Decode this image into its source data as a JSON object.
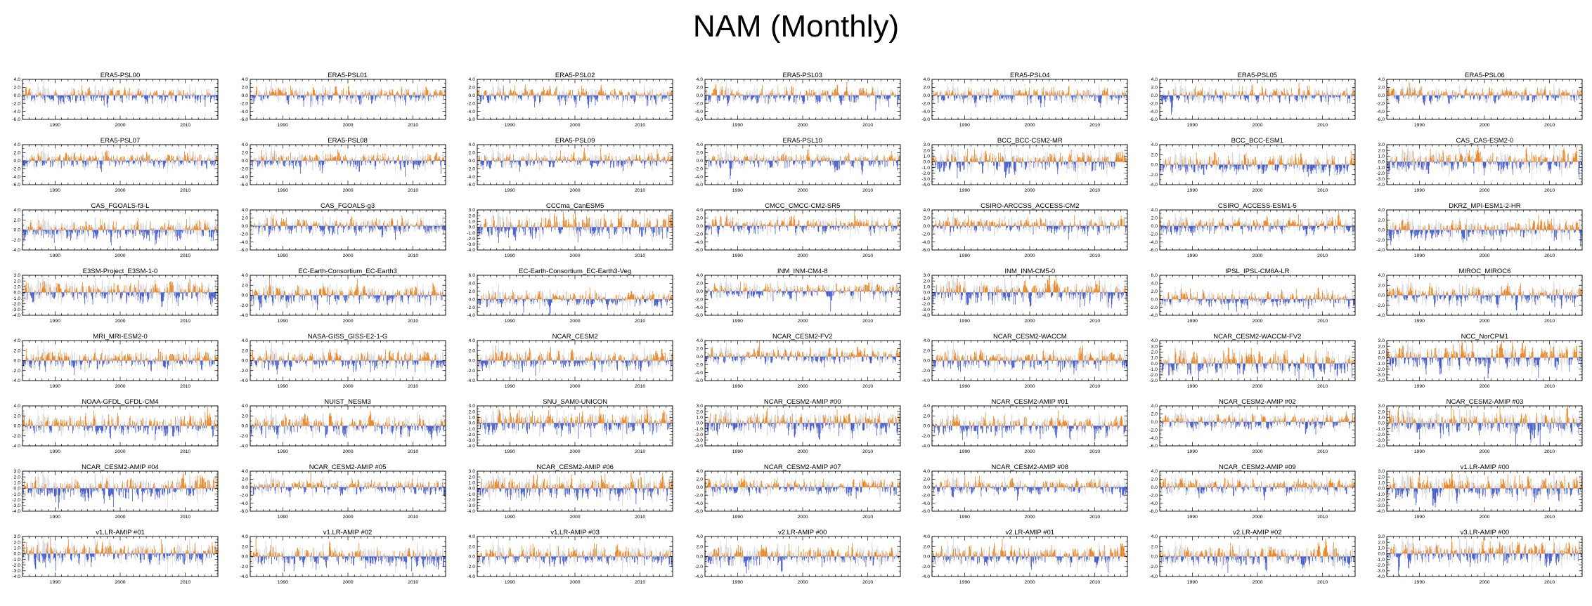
{
  "title": "NAM (Monthly)",
  "chart_data": {
    "type": "bar",
    "subtype": "monthly-anomaly-timeseries-grid",
    "x_range": [
      1985,
      2015
    ],
    "xticks": [
      1990,
      2000,
      2010
    ],
    "x_minor_tick_interval_years": 1,
    "months_per_year": 12,
    "grid": {
      "rows": 8,
      "cols": 7
    },
    "legend_position": "none",
    "gridlines": "off",
    "zero_line": "dashed",
    "colors": {
      "positive_bar": "#E8821E",
      "negative_bar": "#3C55C8",
      "reference_bar": "#D9D9D9",
      "axis": "#000000",
      "zero_line": "#999999",
      "background": "#FFFFFF"
    },
    "reference_seed": 999,
    "noise_model": {
      "type": "AR1",
      "phi": 0.5,
      "sigma": 1.0
    },
    "panels": [
      {
        "title": "ERA5-PSL00",
        "yticks": [
          4.0,
          2.0,
          0.0,
          -2.0,
          -4.0,
          -6.0
        ],
        "seed": 101
      },
      {
        "title": "ERA5-PSL01",
        "yticks": [
          4.0,
          2.0,
          0.0,
          -2.0,
          -4.0,
          -6.0
        ],
        "seed": 102
      },
      {
        "title": "ERA5-PSL02",
        "yticks": [
          4.0,
          2.0,
          0.0,
          -2.0,
          -4.0,
          -6.0
        ],
        "seed": 103
      },
      {
        "title": "ERA5-PSL03",
        "yticks": [
          4.0,
          2.0,
          0.0,
          -2.0,
          -4.0,
          -6.0
        ],
        "seed": 104
      },
      {
        "title": "ERA5-PSL04",
        "yticks": [
          4.0,
          2.0,
          0.0,
          -2.0,
          -4.0,
          -6.0
        ],
        "seed": 105
      },
      {
        "title": "ERA5-PSL05",
        "yticks": [
          4.0,
          2.0,
          0.0,
          -2.0,
          -4.0,
          -6.0
        ],
        "seed": 106
      },
      {
        "title": "ERA5-PSL06",
        "yticks": [
          4.0,
          2.0,
          0.0,
          -2.0,
          -4.0,
          -6.0
        ],
        "seed": 107
      },
      {
        "title": "ERA5-PSL07",
        "yticks": [
          4.0,
          2.0,
          0.0,
          -2.0,
          -4.0,
          -6.0
        ],
        "seed": 108
      },
      {
        "title": "ERA5-PSL08",
        "yticks": [
          4.0,
          2.0,
          0.0,
          -2.0,
          -4.0,
          -6.0
        ],
        "seed": 109
      },
      {
        "title": "ERA5-PSL09",
        "yticks": [
          4.0,
          2.0,
          0.0,
          -2.0,
          -4.0,
          -6.0
        ],
        "seed": 110
      },
      {
        "title": "ERA5-PSL10",
        "yticks": [
          4.0,
          2.0,
          0.0,
          -2.0,
          -4.0,
          -6.0
        ],
        "seed": 111
      },
      {
        "title": "BCC_BCC-CSM2-MR",
        "yticks": [
          3.0,
          2.0,
          1.0,
          0.0,
          -1.0,
          -2.0,
          -3.0,
          -4.0
        ],
        "seed": 112
      },
      {
        "title": "BCC_BCC-ESM1",
        "yticks": [
          4.0,
          2.0,
          0.0,
          -2.0,
          -4.0
        ],
        "seed": 113
      },
      {
        "title": "CAS_CAS-ESM2-0",
        "yticks": [
          3.0,
          2.0,
          1.0,
          0.0,
          -1.0,
          -2.0,
          -3.0,
          -4.0
        ],
        "seed": 114
      },
      {
        "title": "CAS_FGOALS-f3-L",
        "yticks": [
          4.0,
          2.0,
          0.0,
          -2.0,
          -4.0
        ],
        "seed": 115
      },
      {
        "title": "CAS_FGOALS-g3",
        "yticks": [
          4.0,
          2.0,
          0.0,
          -2.0,
          -4.0,
          -6.0
        ],
        "seed": 116
      },
      {
        "title": "CCCma_CanESM5",
        "yticks": [
          3.0,
          2.0,
          1.0,
          0.0,
          -1.0,
          -2.0,
          -3.0,
          -4.0
        ],
        "seed": 117
      },
      {
        "title": "CMCC_CMCC-CM2-SR5",
        "yticks": [
          4.0,
          2.0,
          0.0,
          -2.0,
          -4.0,
          -6.0
        ],
        "seed": 118
      },
      {
        "title": "CSIRO-ARCCSS_ACCESS-CM2",
        "yticks": [
          4.0,
          2.0,
          0.0,
          -2.0,
          -4.0,
          -6.0
        ],
        "seed": 119
      },
      {
        "title": "CSIRO_ACCESS-ESM1-5",
        "yticks": [
          4.0,
          2.0,
          0.0,
          -2.0,
          -4.0,
          -6.0
        ],
        "seed": 120
      },
      {
        "title": "DKRZ_MPI-ESM1-2-HR",
        "yticks": [
          4.0,
          2.0,
          0.0,
          -2.0,
          -4.0
        ],
        "seed": 121
      },
      {
        "title": "E3SM-Project_E3SM-1-0",
        "yticks": [
          3.0,
          2.0,
          1.0,
          0.0,
          -1.0,
          -2.0,
          -3.0,
          -4.0
        ],
        "seed": 122
      },
      {
        "title": "EC-Earth-Consortium_EC-Earth3",
        "yticks": [
          4.0,
          2.0,
          0.0,
          -2.0,
          -4.0
        ],
        "seed": 123
      },
      {
        "title": "EC-Earth-Consortium_EC-Earth3-Veg",
        "yticks": [
          6.0,
          4.0,
          2.0,
          0.0,
          -2.0,
          -4.0
        ],
        "seed": 124
      },
      {
        "title": "INM_INM-CM4-8",
        "yticks": [
          4.0,
          2.0,
          0.0,
          -2.0,
          -4.0,
          -6.0
        ],
        "seed": 125
      },
      {
        "title": "INM_INM-CM5-0",
        "yticks": [
          3.0,
          2.0,
          1.0,
          0.0,
          -1.0,
          -2.0,
          -3.0,
          -4.0
        ],
        "seed": 126
      },
      {
        "title": "IPSL_IPSL-CM6A-LR",
        "yticks": [
          6.0,
          4.0,
          2.0,
          0.0,
          -2.0,
          -4.0
        ],
        "seed": 127
      },
      {
        "title": "MIROC_MIROC6",
        "yticks": [
          4.0,
          2.0,
          0.0,
          -2.0,
          -4.0
        ],
        "seed": 128
      },
      {
        "title": "MRI_MRI-ESM2-0",
        "yticks": [
          4.0,
          2.0,
          0.0,
          -2.0,
          -4.0
        ],
        "seed": 129
      },
      {
        "title": "NASA-GISS_GISS-E2-1-G",
        "yticks": [
          4.0,
          2.0,
          0.0,
          -2.0,
          -4.0
        ],
        "seed": 130
      },
      {
        "title": "NCAR_CESM2",
        "yticks": [
          4.0,
          2.0,
          0.0,
          -2.0,
          -4.0
        ],
        "seed": 131
      },
      {
        "title": "NCAR_CESM2-FV2",
        "yticks": [
          4.0,
          2.0,
          0.0,
          -2.0,
          -4.0,
          -6.0
        ],
        "seed": 132
      },
      {
        "title": "NCAR_CESM2-WACCM",
        "yticks": [
          4.0,
          2.0,
          0.0,
          -2.0,
          -4.0
        ],
        "seed": 133
      },
      {
        "title": "NCAR_CESM2-WACCM-FV2",
        "yticks": [
          4.0,
          3.0,
          2.0,
          1.0,
          0.0,
          -1.0,
          -2.0,
          -3.0
        ],
        "seed": 134
      },
      {
        "title": "NCC_NorCPM1",
        "yticks": [
          3.0,
          2.0,
          1.0,
          0.0,
          -1.0,
          -2.0,
          -3.0,
          -4.0
        ],
        "seed": 135
      },
      {
        "title": "NOAA-GFDL_GFDL-CM4",
        "yticks": [
          4.0,
          2.0,
          0.0,
          -2.0,
          -4.0
        ],
        "seed": 136
      },
      {
        "title": "NUIST_NESM3",
        "yticks": [
          4.0,
          2.0,
          0.0,
          -2.0,
          -4.0
        ],
        "seed": 137
      },
      {
        "title": "SNU_SAM0-UNICON",
        "yticks": [
          3.0,
          2.0,
          1.0,
          0.0,
          -1.0,
          -2.0,
          -3.0,
          -4.0
        ],
        "seed": 138
      },
      {
        "title": "NCAR_CESM2-AMIP #00",
        "yticks": [
          3.0,
          2.0,
          1.0,
          0.0,
          -1.0,
          -2.0,
          -3.0,
          -4.0
        ],
        "seed": 139
      },
      {
        "title": "NCAR_CESM2-AMIP #01",
        "yticks": [
          4.0,
          2.0,
          0.0,
          -2.0,
          -4.0
        ],
        "seed": 140
      },
      {
        "title": "NCAR_CESM2-AMIP #02",
        "yticks": [
          4.0,
          2.0,
          0.0,
          -2.0,
          -4.0,
          -6.0
        ],
        "seed": 141
      },
      {
        "title": "NCAR_CESM2-AMIP #03",
        "yticks": [
          3.0,
          2.0,
          1.0,
          0.0,
          -1.0,
          -2.0,
          -3.0,
          -4.0
        ],
        "seed": 142
      },
      {
        "title": "NCAR_CESM2-AMIP #04",
        "yticks": [
          3.0,
          2.0,
          1.0,
          0.0,
          -1.0,
          -2.0,
          -3.0,
          -4.0
        ],
        "seed": 143
      },
      {
        "title": "NCAR_CESM2-AMIP #05",
        "yticks": [
          4.0,
          2.0,
          0.0,
          -2.0,
          -4.0,
          -6.0
        ],
        "seed": 144
      },
      {
        "title": "NCAR_CESM2-AMIP #06",
        "yticks": [
          3.0,
          2.0,
          1.0,
          0.0,
          -1.0,
          -2.0,
          -3.0,
          -4.0
        ],
        "seed": 145
      },
      {
        "title": "NCAR_CESM2-AMIP #07",
        "yticks": [
          4.0,
          2.0,
          0.0,
          -2.0,
          -4.0,
          -6.0
        ],
        "seed": 146
      },
      {
        "title": "NCAR_CESM2-AMIP #08",
        "yticks": [
          4.0,
          2.0,
          0.0,
          -2.0,
          -4.0,
          -6.0
        ],
        "seed": 147
      },
      {
        "title": "NCAR_CESM2-AMIP #09",
        "yticks": [
          4.0,
          2.0,
          0.0,
          -2.0,
          -4.0,
          -6.0
        ],
        "seed": 148
      },
      {
        "title": "v1.LR-AMIP #00",
        "yticks": [
          3.0,
          2.0,
          1.0,
          0.0,
          -1.0,
          -2.0,
          -3.0,
          -4.0
        ],
        "seed": 149
      },
      {
        "title": "v1.LR-AMIP #01",
        "yticks": [
          3.0,
          2.0,
          1.0,
          0.0,
          -1.0,
          -2.0,
          -3.0,
          -4.0
        ],
        "seed": 150
      },
      {
        "title": "v1.LR-AMIP #02",
        "yticks": [
          4.0,
          2.0,
          0.0,
          -2.0,
          -4.0
        ],
        "seed": 151
      },
      {
        "title": "v1.LR-AMIP #03",
        "yticks": [
          4.0,
          2.0,
          0.0,
          -2.0,
          -4.0
        ],
        "seed": 152
      },
      {
        "title": "v2.LR-AMIP #00",
        "yticks": [
          4.0,
          2.0,
          0.0,
          -2.0,
          -4.0
        ],
        "seed": 153
      },
      {
        "title": "v2.LR-AMIP #01",
        "yticks": [
          4.0,
          2.0,
          0.0,
          -2.0,
          -4.0
        ],
        "seed": 154
      },
      {
        "title": "v2.LR-AMIP #02",
        "yticks": [
          4.0,
          2.0,
          0.0,
          -2.0,
          -4.0
        ],
        "seed": 155
      },
      {
        "title": "v3.LR-AMIP #00",
        "yticks": [
          3.0,
          2.0,
          1.0,
          0.0,
          -1.0,
          -2.0,
          -3.0,
          -4.0
        ],
        "seed": 156
      }
    ]
  }
}
